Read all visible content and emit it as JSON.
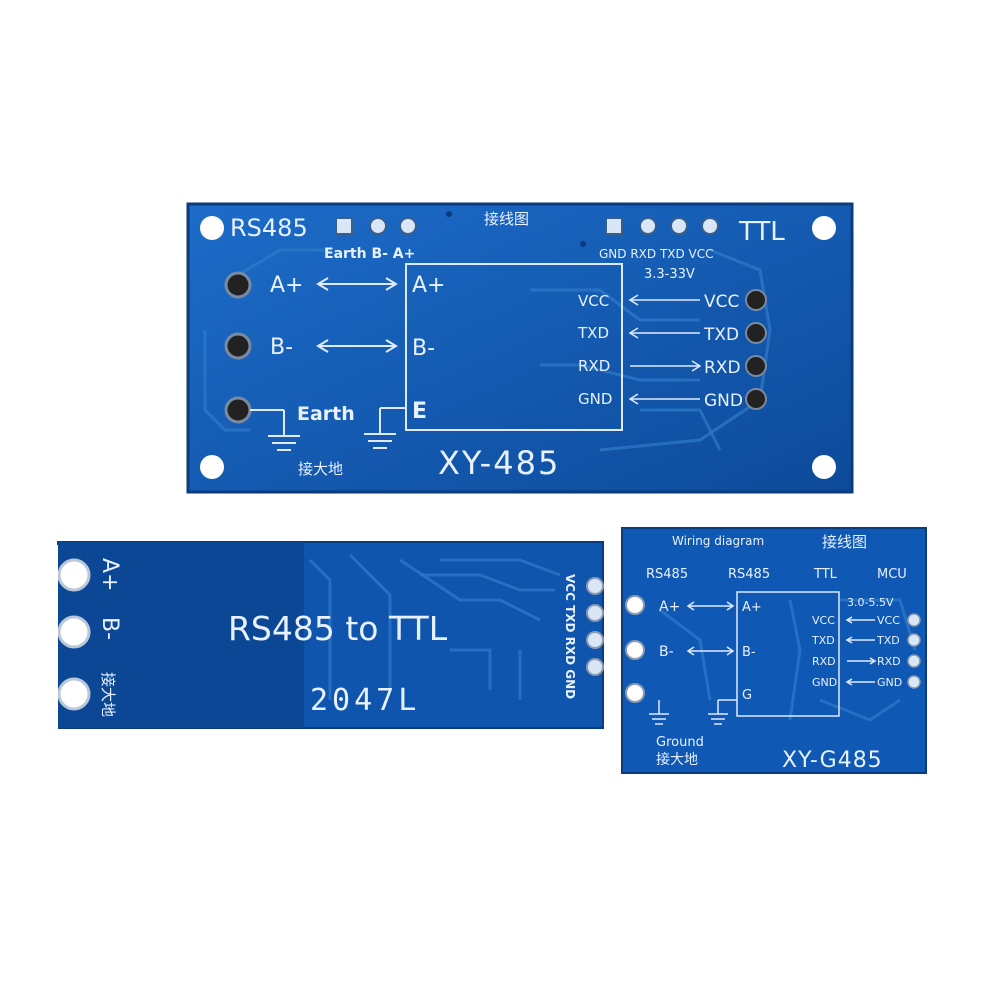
{
  "board_top": {
    "rs485_title": "RS485",
    "ttl_title": "TTL",
    "wiring_title": "接线图",
    "header_left": "Earth B- A+",
    "header_right": "GND RXD TXD VCC",
    "voltage": "3.3-33V",
    "left_labels": [
      "A+",
      "B-",
      "Earth"
    ],
    "chip_left_labels": [
      "A+",
      "B-",
      "E"
    ],
    "chip_right_labels": [
      "VCC",
      "TXD",
      "RXD",
      "GND"
    ],
    "right_labels": [
      "VCC",
      "TXD",
      "RXD",
      "GND"
    ],
    "ground_cn": "接大地",
    "model": "XY-485"
  },
  "board_left": {
    "pin_labels": [
      "A+",
      "B-",
      "接大地"
    ],
    "title": "RS485 to TTL",
    "code": "2047L",
    "right_pin_labels": "VCC TXD RXD GND"
  },
  "board_right": {
    "wiring_en": "Wiring diagram",
    "wiring_cn": "接线图",
    "col_rs485_a": "RS485",
    "col_rs485_b": "RS485",
    "col_ttl": "TTL",
    "col_mcu": "MCU",
    "voltage": "3.0-5.5V",
    "left_labels": [
      "A+",
      "B-"
    ],
    "chip_left_labels": [
      "A+",
      "B-",
      "G"
    ],
    "chip_right_labels": [
      "VCC",
      "TXD",
      "RXD",
      "GND"
    ],
    "mcu_labels": [
      "VCC",
      "TXD",
      "RXD",
      "GND"
    ],
    "ground_en": "Ground",
    "ground_cn": "接大地",
    "model": "XY-G485"
  },
  "colors": {
    "pcb_dark": "#0d4fa3",
    "pcb_light": "#1560bf",
    "silkscreen": "#e8f1ff"
  }
}
